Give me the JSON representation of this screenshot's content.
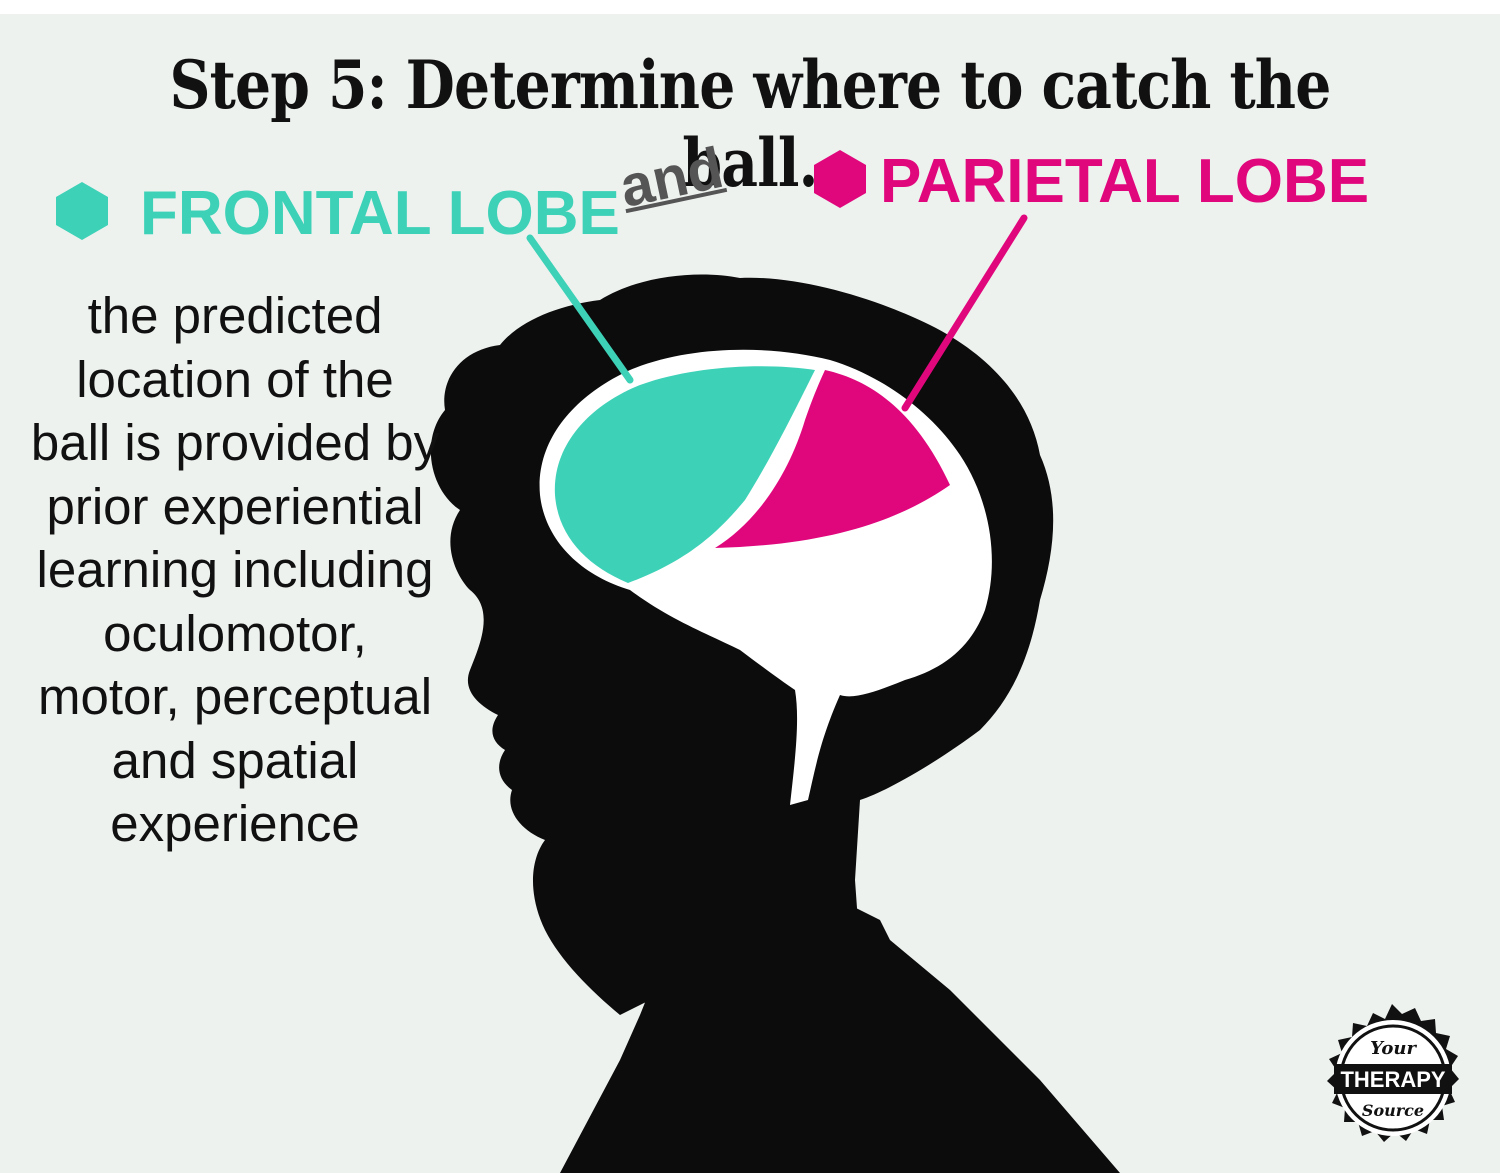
{
  "title": "Step 5:  Determine where to catch the ball.",
  "frontal_lobe": {
    "label": "FRONTAL LOBE",
    "color": "#3dd1b7"
  },
  "connector": "and",
  "parietal_lobe": {
    "label": "PARIETAL LOBE",
    "color": "#e0077d"
  },
  "description": "the predicted location of the ball is provided by prior experiential learning including oculomotor, motor, perceptual and spatial experience",
  "logo": {
    "line1": "Your",
    "line2": "THERAPY",
    "line3": "Source"
  },
  "colors": {
    "background": "#eef2ef",
    "silhouette": "#0c0c0c",
    "brain": "#ffffff",
    "connector_text": "#555555"
  }
}
